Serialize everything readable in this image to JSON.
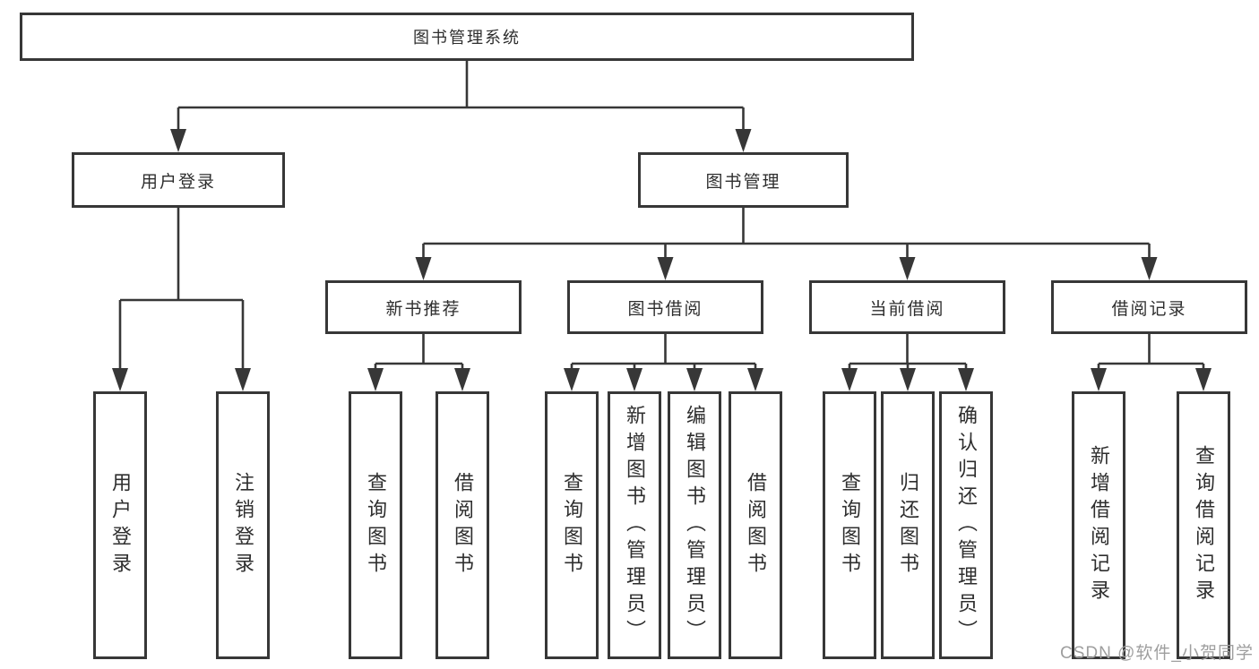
{
  "diagram": {
    "root": "图书管理系统",
    "level2": {
      "user_login": "用户登录",
      "book_management": "图书管理"
    },
    "level3": {
      "new_book_recommend": "新书推荐",
      "book_borrowing": "图书借阅",
      "current_borrowing": "当前借阅",
      "borrowing_records": "借阅记录"
    },
    "leaves": {
      "user_login": [
        "用户登录",
        "注销登录"
      ],
      "new_book_recommend": [
        "查询图书",
        "借阅图书"
      ],
      "book_borrowing": [
        "查询图书",
        "新增图书（管理员）",
        "编辑图书（管理员）",
        "借阅图书"
      ],
      "current_borrowing": [
        "查询图书",
        "归还图书",
        "确认归还（管理员）"
      ],
      "borrowing_records": [
        "新增借阅记录",
        "查询借阅记录"
      ]
    }
  },
  "watermark": "CSDN @软件_小贺同学",
  "colors": {
    "line": "#373737",
    "text": "#2e2e2e",
    "box_background": "#ffffff",
    "watermark": "#9e9e9e"
  }
}
